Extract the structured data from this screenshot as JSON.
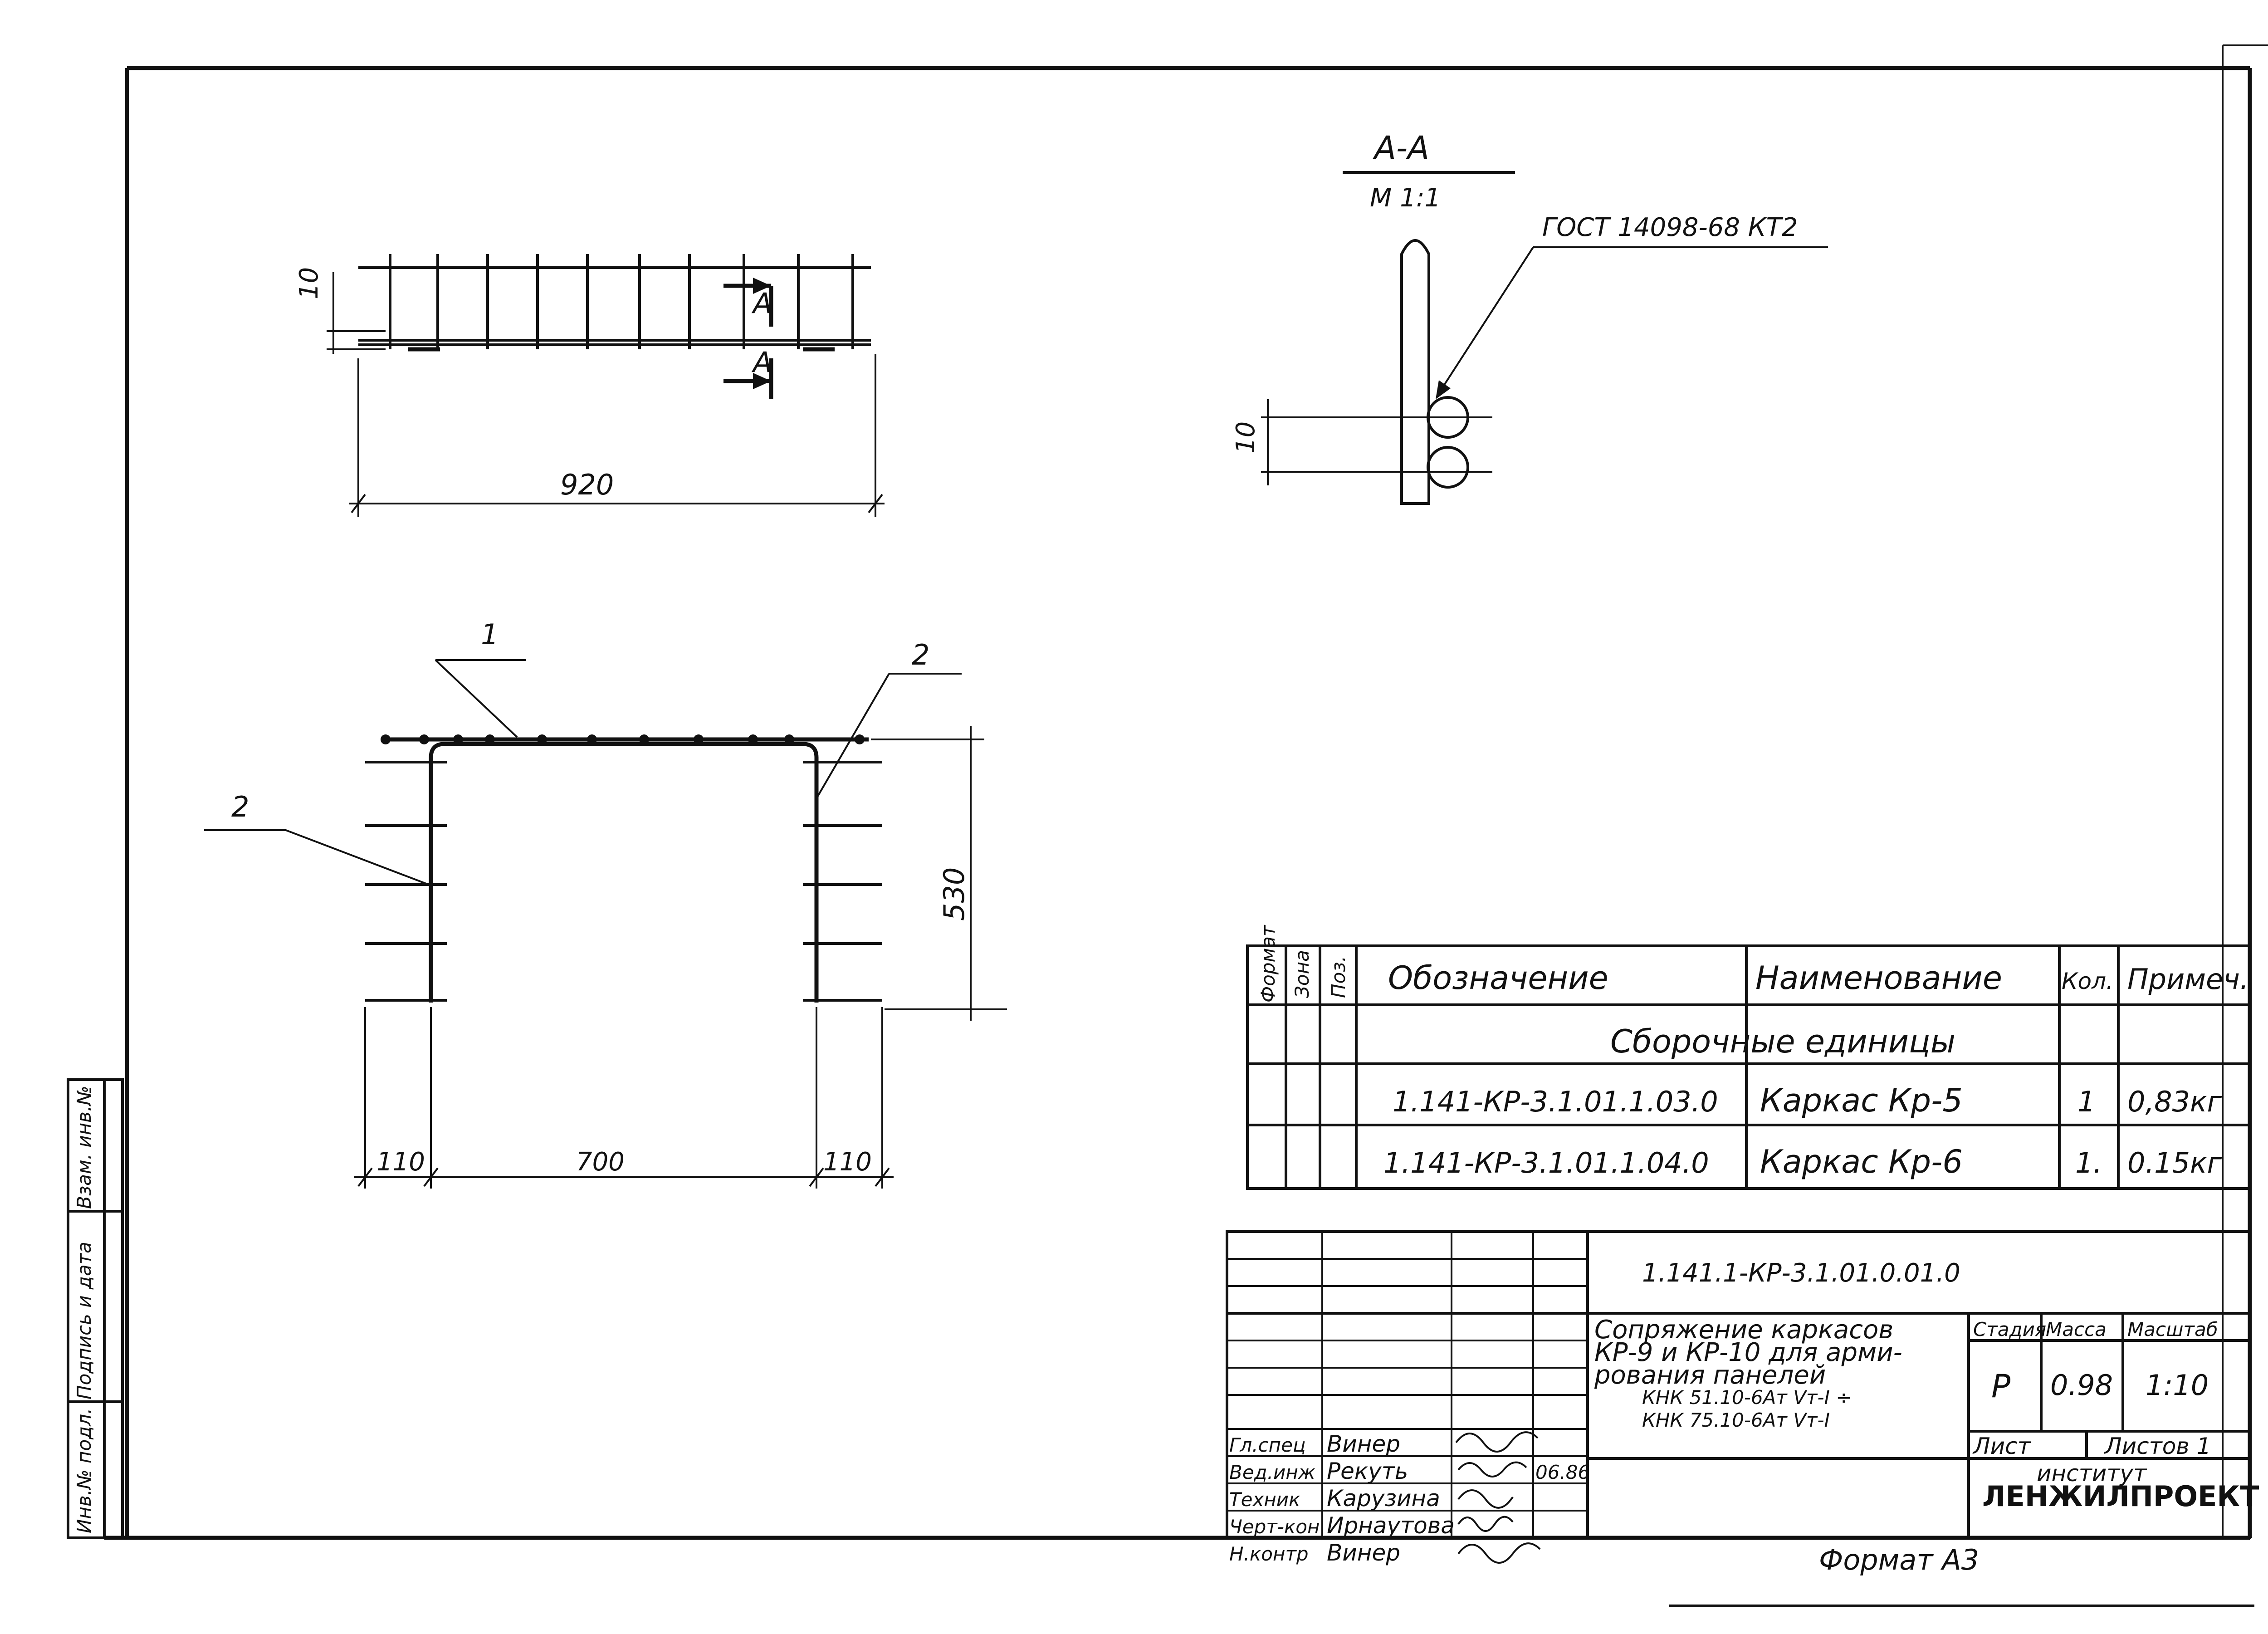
{
  "drawing": {
    "dims": {
      "top_length": "920",
      "top_spacing": "10",
      "left_offset": "110",
      "middle_width": "700",
      "right_offset": "110",
      "height": "530"
    },
    "section": {
      "label": "А-А",
      "scale": "М 1:1",
      "gost": "ГОСТ 14098-68 КТ2",
      "spacing": "10",
      "mark_a_1": "А",
      "mark_a_2": "А"
    },
    "leaders": {
      "pos_1": "1",
      "pos_2_left": "2",
      "pos_2_right": "2"
    }
  },
  "spec_table": {
    "headers": {
      "format": "Формат",
      "zone": "Зона",
      "pos": "Поз.",
      "designation": "Обозначение",
      "name": "Наименование",
      "qty": "Кол.",
      "note": "Примеч."
    },
    "section_title": "Сборочные единицы",
    "rows": [
      {
        "designation": "1.141-КР-3.1.01.1.03.0",
        "name": "Каркас Кр-5",
        "qty": "1",
        "note": "0,83кг"
      },
      {
        "designation": "1.141-КР-3.1.01.1.04.0",
        "name": "Каркас Кр-6",
        "qty": "1.",
        "note": "0.15кг"
      }
    ]
  },
  "title_block": {
    "doc_code": "1.141.1-КР-3.1.01.0.01.0",
    "title_lines": [
      "Сопряжение каркасов",
      "КР-9 и КР-10 для арми-",
      "рования панелей",
      "КНК 51.10-6Ат Vт-I ÷",
      "КНК 75.10-6Ат Vт-I"
    ],
    "stage_label": "Стадия",
    "mass_label": "Масса",
    "scale_label": "Масштаб",
    "stage": "Р",
    "mass": "0.98",
    "scale": "1:10",
    "sheet_label": "Лист",
    "sheets_label": "Листов 1",
    "org_line1": "институт",
    "org_line2": "ЛЕНЖИЛПРОЕКТ",
    "date": "06.86",
    "people": [
      {
        "role": "Гл.спец",
        "name": "Винер"
      },
      {
        "role": "Вед.инж",
        "name": "Рекуть"
      },
      {
        "role": "Техник",
        "name": "Карузина"
      },
      {
        "role": "Черт-кон",
        "name": "Ирнаутова"
      },
      {
        "role": "Н.контр",
        "name": "Винер"
      }
    ]
  },
  "side_stamp": {
    "inv_orig": "Инв.№ подл.",
    "sign_date": "Подпись и дата",
    "replace_inv": "Взам. инв.№"
  },
  "format": "Формат А3"
}
